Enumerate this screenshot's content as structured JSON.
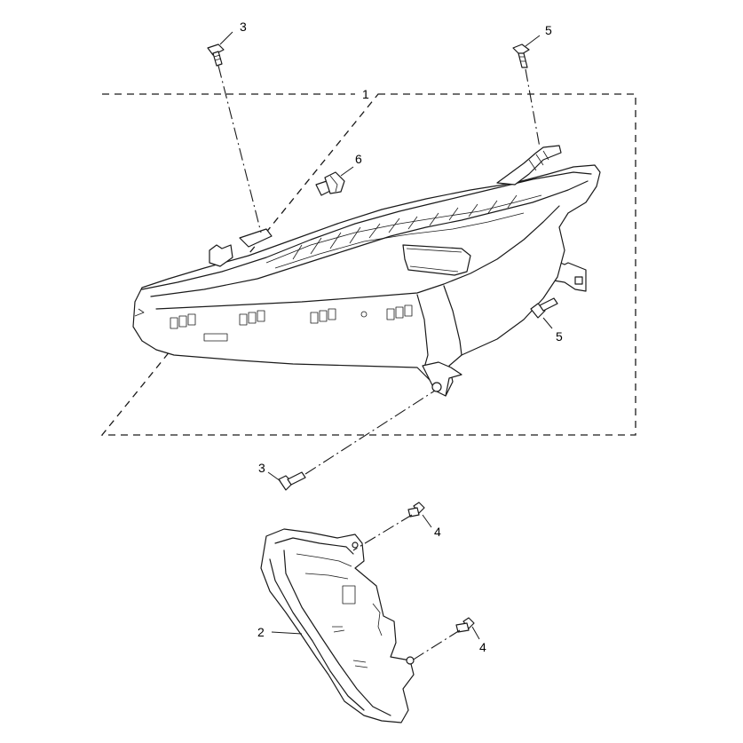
{
  "diagram": {
    "callouts": [
      {
        "id": "c1",
        "label": "1"
      },
      {
        "id": "c2",
        "label": "2"
      },
      {
        "id": "c3a",
        "label": "3"
      },
      {
        "id": "c3b",
        "label": "3"
      },
      {
        "id": "c4a",
        "label": "4"
      },
      {
        "id": "c4b",
        "label": "4"
      },
      {
        "id": "c5a",
        "label": "5"
      },
      {
        "id": "c5b",
        "label": "5"
      },
      {
        "id": "c6",
        "label": "6"
      }
    ]
  }
}
